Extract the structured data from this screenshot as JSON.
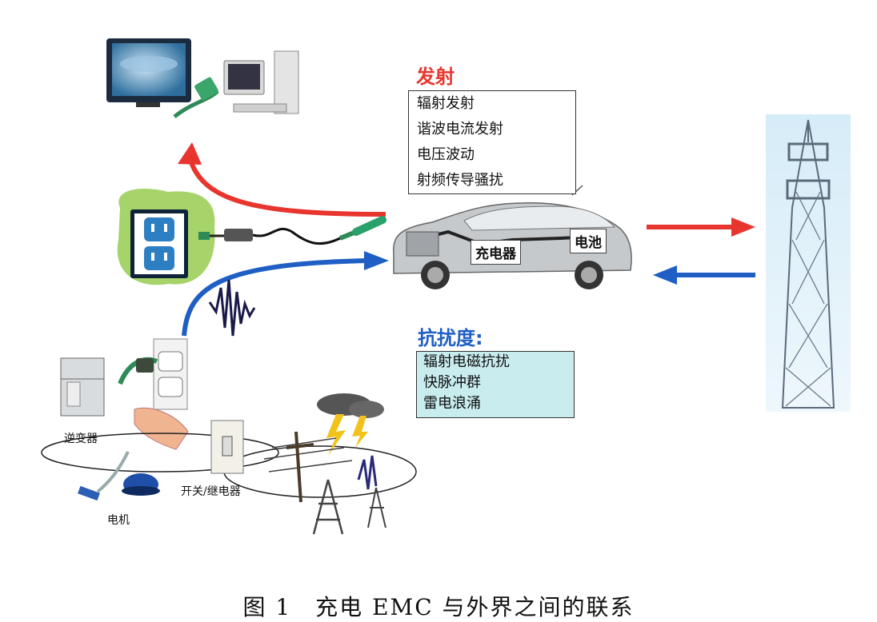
{
  "emission": {
    "title": "发射",
    "items": [
      "辐射发射",
      "谐波电流发射",
      "电压波动",
      "射频传导骚扰"
    ]
  },
  "immunity": {
    "title": "抗扰度:",
    "items": [
      "辐射电磁抗扰",
      "快脉冲群",
      "雷电浪涌"
    ]
  },
  "car": {
    "charger_label": "充电器",
    "battery_label": "电池"
  },
  "devices": {
    "inverter_label": "逆变器",
    "motor_label": "电机",
    "switch_relay_label": "开关/继电器"
  },
  "caption": "图 1　充电 EMC 与外界之间的联系",
  "colors": {
    "emission": "#e8352e",
    "immunity": "#1f5fc4",
    "accent_box": "#c9ecef"
  }
}
